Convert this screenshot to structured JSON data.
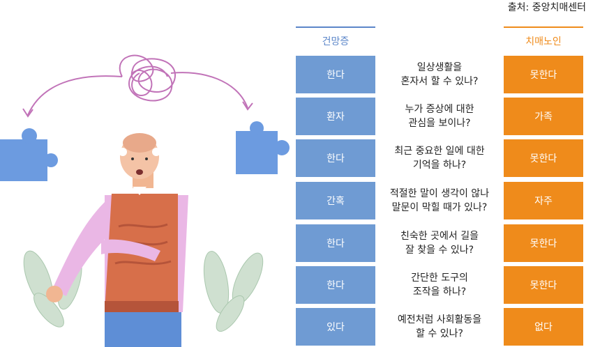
{
  "source": "출처: 중앙치매센터",
  "columns": {
    "normal": "건망증",
    "dementia": "치매노인"
  },
  "rows": [
    {
      "normal": "한다",
      "question": "일상생활을\n혼자서 할 수 있나?",
      "dementia": "못한다"
    },
    {
      "normal": "환자",
      "question": "누가 증상에 대한\n관심을 보이나?",
      "dementia": "가족"
    },
    {
      "normal": "한다",
      "question": "최근 중요한 일에 대한\n기억을 하나?",
      "dementia": "못한다"
    },
    {
      "normal": "간혹",
      "question": "적절한 말이 생각이 않나\n말문이 막힐 때가 있나?",
      "dementia": "자주"
    },
    {
      "normal": "한다",
      "question": "친숙한 곳에서 길을\n잘 찾을 수 있나?",
      "dementia": "못한다"
    },
    {
      "normal": "한다",
      "question": "간단한 도구의\n조작을 하나?",
      "dementia": "못한다"
    },
    {
      "normal": "있다",
      "question": "예전처럼 사회활동을\n할 수 있나?",
      "dementia": "없다"
    }
  ],
  "colors": {
    "normal": "#6f9bd3",
    "dementia": "#ef8b1b",
    "puzzle": "#6c9be0",
    "arrow": "#c173b8"
  }
}
